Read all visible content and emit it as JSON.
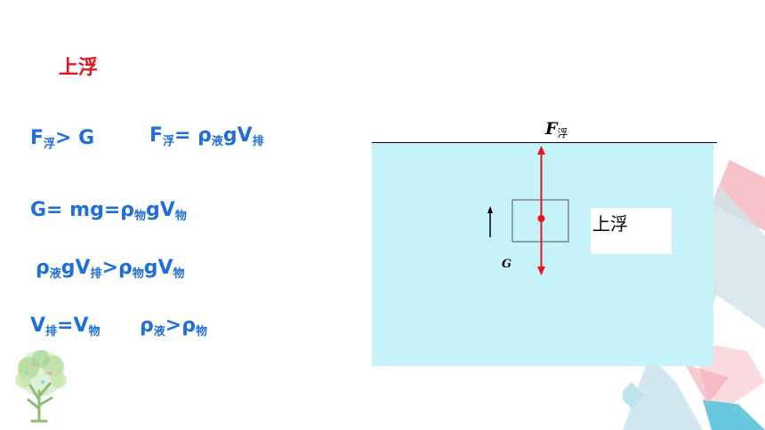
{
  "title": "上浮",
  "formulas": {
    "f1": {
      "a": "F",
      "a_sub": "浮",
      "b": "> G"
    },
    "f2": {
      "a": "F",
      "a_sub": "浮",
      "b": "= ρ",
      "b_sub": "液",
      "c": "gV",
      "c_sub": "排"
    },
    "f3": {
      "a": "G= mg=ρ",
      "a_sub": "物",
      "b": "gV",
      "b_sub": "物"
    },
    "f4": {
      "a": "ρ",
      "a_sub": "液",
      "b": "gV",
      "b_sub": "排",
      "c": ">ρ",
      "c_sub": "物",
      "d": "gV",
      "d_sub": "物"
    },
    "f5": {
      "a": "V",
      "a_sub": "排",
      "b": "=V",
      "b_sub": "物"
    },
    "f6": {
      "a": "ρ",
      "a_sub": "液",
      "b": ">ρ",
      "b_sub": "物"
    }
  },
  "diagram": {
    "buoyant_force": "F",
    "buoyant_force_sub": "浮",
    "gravity": "G",
    "state": "上浮",
    "colors": {
      "water": "#c6f2fa",
      "force_arrow": "#e8141b",
      "formula_text": "#1e6fd9",
      "title": "#e8141b"
    }
  }
}
